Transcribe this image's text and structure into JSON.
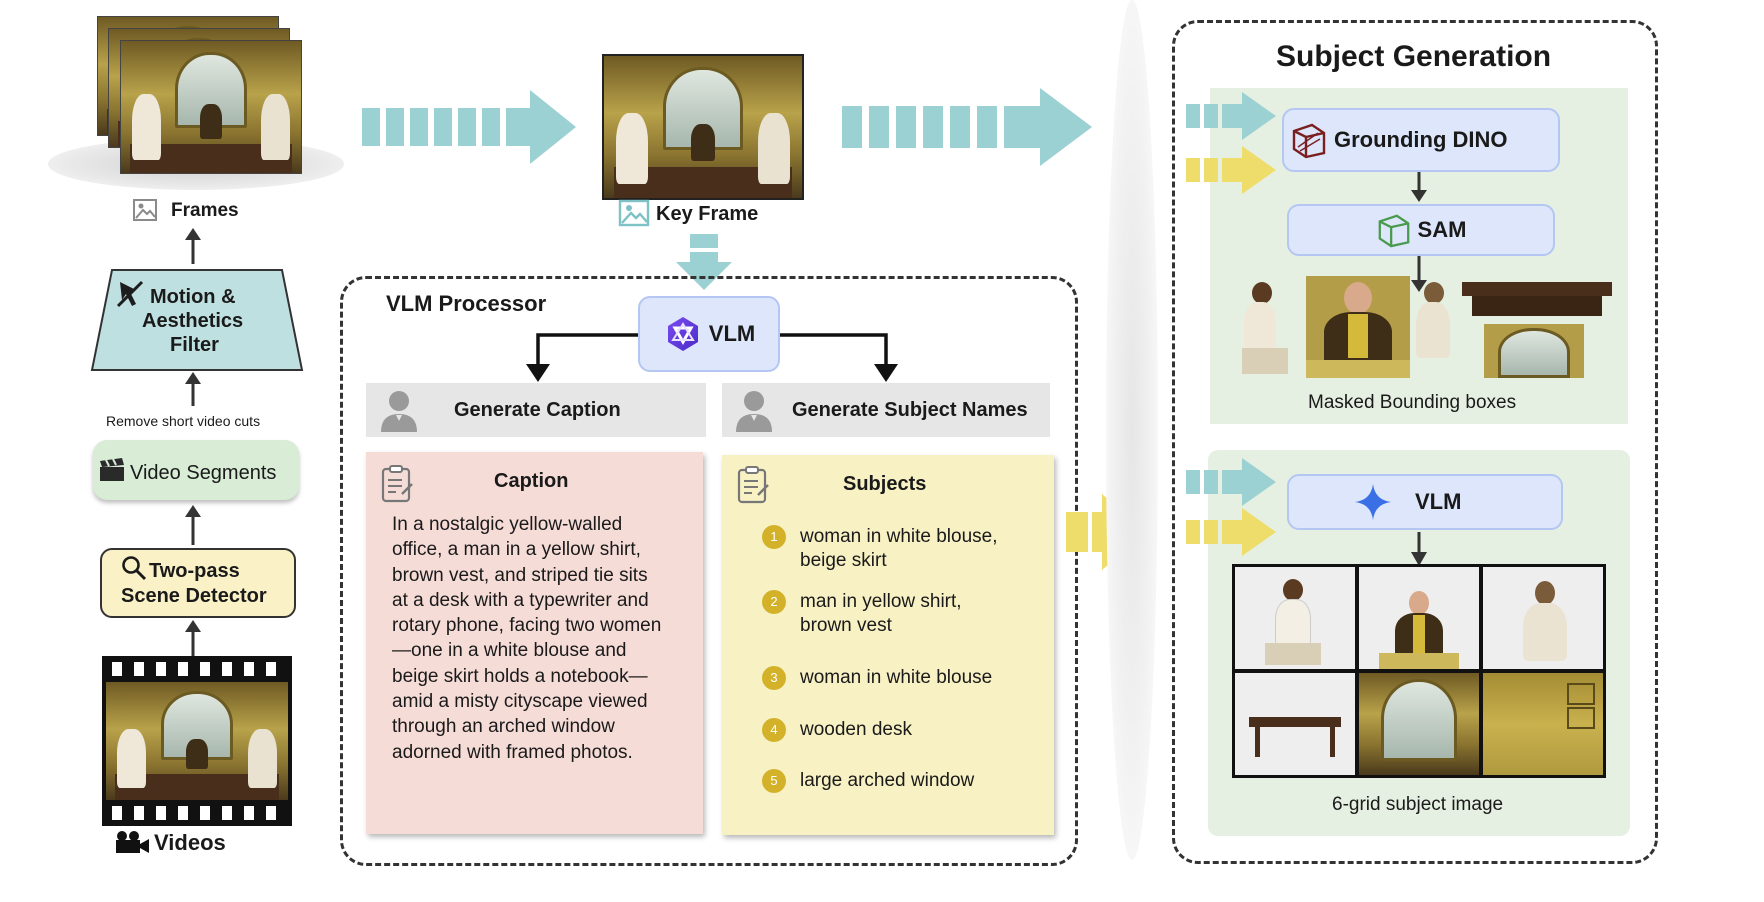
{
  "left_column": {
    "frames_label": "Frames",
    "filter_label": "Motion & Aesthetics Filter",
    "filter_line1": "Motion &",
    "filter_line2": "Aesthetics",
    "filter_line3": "Filter",
    "remove_note": "Remove short video cuts",
    "segments_label": "Video Segments",
    "detector_line1": "Two-pass",
    "detector_line2": "Scene Detector",
    "videos_label": "Videos"
  },
  "key_frame": {
    "label": "Key Frame"
  },
  "vlm_processor": {
    "title": "VLM Processor",
    "vlm_label": "VLM",
    "generate_caption": "Generate Caption",
    "generate_subjects": "Generate Subject Names",
    "caption_title": "Caption",
    "caption_text": "In a nostalgic yellow-walled office, a man in a yellow shirt, brown vest, and striped tie sits at a desk with a typewriter and rotary phone, facing two women—one in a white blouse and beige skirt holds a notebook—amid a misty cityscape viewed through an arched window adorned with framed photos.",
    "subjects_title": "Subjects",
    "subjects": [
      {
        "num": "1",
        "line1": "woman in white blouse,",
        "line2": "beige skirt"
      },
      {
        "num": "2",
        "line1": "man in yellow shirt,",
        "line2": "brown vest"
      },
      {
        "num": "3",
        "line1": "woman in white blouse",
        "line2": ""
      },
      {
        "num": "4",
        "line1": "wooden desk",
        "line2": ""
      },
      {
        "num": "5",
        "line1": "large arched window",
        "line2": ""
      }
    ]
  },
  "subject_generation": {
    "title": "Subject Generation",
    "grounding": "Grounding DINO",
    "sam": "SAM",
    "masked_label": "Masked Bounding boxes",
    "vlm_label": "VLM",
    "grid_label": "6-grid subject image"
  },
  "colors": {
    "teal_arrow": "#9cd1d3",
    "yellow_arrow": "#eedd6b",
    "caption_bg": "#f6dcd7",
    "subjects_bg": "#f8f1c4",
    "pill_bg": "#dde6fb",
    "green_panel": "#e6f0e2",
    "filter_bg": "#bfe0e1",
    "segments_bg": "#d8ecd6",
    "detector_bg": "#faf2c6"
  }
}
